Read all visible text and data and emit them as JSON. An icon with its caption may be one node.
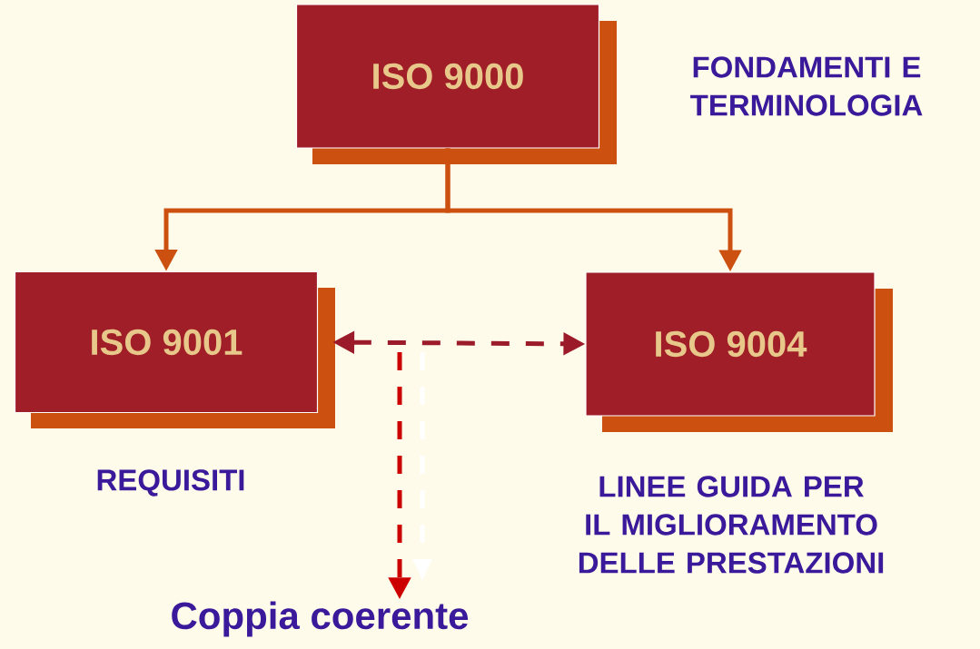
{
  "diagram": {
    "nodes": [
      {
        "text": [
          "ISO 9000"
        ],
        "beside": [
          "FONDAMENTI E TERMINOLOGIA"
        ]
      },
      {
        "text": [
          "ISO 9001"
        ],
        "beside": [
          "REQUISITI"
        ]
      },
      {
        "text": [
          "ISO 9004"
        ],
        "beside": [
          "LINEE GUIDA PER IL MIGLIORAMENTO DELLE PRESTAZIONI"
        ]
      },
      {
        "text": [
          "Coppia coerente"
        ]
      }
    ],
    "edges": [
      {
        "from": 0,
        "to": 1,
        "arrow": "to",
        "color": "#cc5010"
      },
      {
        "from": 0,
        "to": 2,
        "arrow": "to",
        "color": "#cc5010"
      },
      {
        "from": 1,
        "to": 2,
        "arrow": "both",
        "style": "dashed",
        "color": "#9b1b2a"
      },
      {
        "from": null,
        "to": 3,
        "arrow": "to",
        "style": "dashed",
        "color": "#cc0000"
      }
    ]
  }
}
